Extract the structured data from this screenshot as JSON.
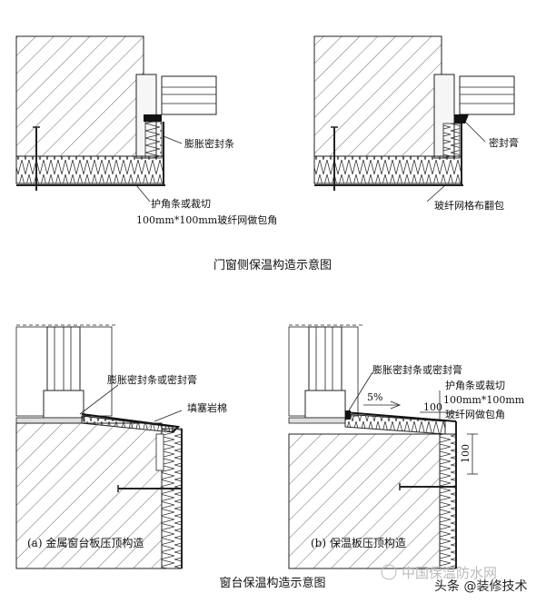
{
  "top_left": {
    "label_seal_strip": "膨胀密封条",
    "label_corner_1": "护角条或裁切",
    "label_corner_2": "100mm*100mm玻纤网做包角"
  },
  "top_right": {
    "label_sealant": "密封膏",
    "label_mesh": "玻纤网格布翻包"
  },
  "caption_top": "门窗侧保温构造示意图",
  "bottom_left": {
    "label_seal": "膨胀密封条或密封膏",
    "label_rockwool": "填塞岩棉",
    "subcaption": "(a) 金属窗台板压顶构造"
  },
  "bottom_right": {
    "label_seal": "膨胀密封条或密封膏",
    "label_corner_1": "护角条或裁切",
    "label_corner_2": "100mm*100mm",
    "label_corner_3": "玻纤网做包角",
    "slope": "5%",
    "dim_100_a": "100",
    "dim_100_b": "100",
    "subcaption": "(b) 保温板压顶构造"
  },
  "caption_bottom": "窗台保温构造示意图",
  "watermark_text": "中国保温防水网",
  "watermark_source": "头条 @装修技术"
}
